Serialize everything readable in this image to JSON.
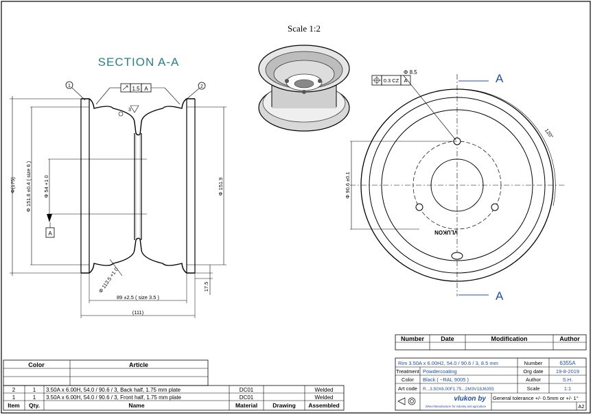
{
  "scale_label": "Scale 1:2",
  "section_title": "SECTION A-A",
  "section_marker": "A",
  "callouts": {
    "one": "1",
    "two": "2",
    "three": "3"
  },
  "section_dims": {
    "gdt_value": "1.5",
    "gdt_ref": "A",
    "dia_175": "Φ(175)",
    "dia_1516": "Φ 151.6 ±0.4 ( size 6 )",
    "dia_54": "Φ 54 +1 0",
    "datum_a": "A",
    "dia_1519": "Φ 151.9",
    "dia_1135": "Φ 113.5 +1 0",
    "width_89": "89 ±2.5 ( size 3.5 )",
    "width_111": "(111)",
    "dim_175": "17.5"
  },
  "front_view": {
    "dia_85": "Φ 8.5",
    "gdt_pos_value": "0.3 CZ",
    "gdt_pos_ref": "A",
    "pcd": "Φ 90.6 ±0.1",
    "angle": "120°",
    "brand_mark": "VLUKON"
  },
  "bom": {
    "headers": {
      "color": "Color",
      "article": "Article",
      "item": "Item",
      "qty": "Qty.",
      "name": "Name",
      "material": "Material",
      "drawing": "Drawing",
      "assembled": "Assembled"
    },
    "rows": [
      {
        "item": "2",
        "qty": "1",
        "name": "3.50A x 6.00H,  54.0 / 90.6 / 3, Back half, 1.75 mm plate",
        "material": "DC01",
        "drawing": "",
        "assembled": "Welded"
      },
      {
        "item": "1",
        "qty": "1",
        "name": "3.50A x 6.00H,  54.0 / 90.6 / 3, Front half, 1.75 mm plate",
        "material": "DC01",
        "drawing": "",
        "assembled": "Welded"
      }
    ]
  },
  "revision": {
    "headers": {
      "number": "Number",
      "date": "Date",
      "modification": "Modification",
      "author": "Author"
    }
  },
  "title_block": {
    "description": "Rim 3.50A x 6.00H2,  54.0 / 90.6 / 3,  8.5 mm",
    "number_label": "Number",
    "number_value": "6355A",
    "treatment_label": "Treatment",
    "treatment_value": "Powdercoating",
    "org_date_label": "Org date",
    "org_date_value": "19-8-2019",
    "color_label": "Color",
    "color_value": "Black ( ~RAL 9005 )",
    "author_label": "Author",
    "author_value": "S.H.",
    "art_code_label": "Art code",
    "art_code_value": "R...3.50X6.00F1.75...2M3V18J6355",
    "scale_label": "Scale",
    "scale_value": "1:1",
    "logo_text": "vlukon by",
    "logo_sub": "Wheel Manufacturer for industry and agriculture",
    "tolerance": "General tolerance +/- 0.5mm or +/- 1°",
    "sheet_size": "A2"
  }
}
